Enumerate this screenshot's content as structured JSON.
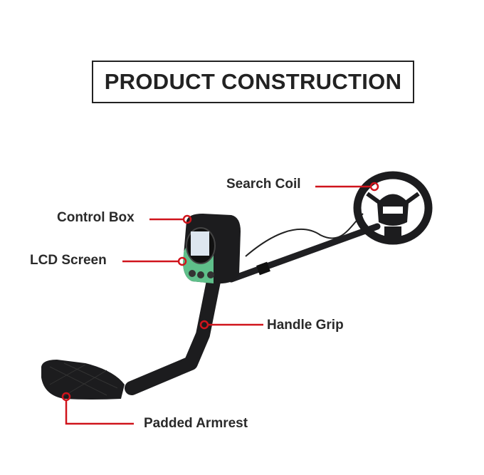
{
  "title": "PRODUCT CONSTRUCTION",
  "callouts": [
    {
      "label": "Search Coil"
    },
    {
      "label": "Control Box"
    },
    {
      "label": "LCD Screen"
    },
    {
      "label": "Handle Grip"
    },
    {
      "label": "Padded Armrest"
    }
  ],
  "colors": {
    "callout_line": "#d0141c",
    "product": "#1c1c1e",
    "control_panel": "#5fbf8a",
    "title_border": "#222222"
  }
}
